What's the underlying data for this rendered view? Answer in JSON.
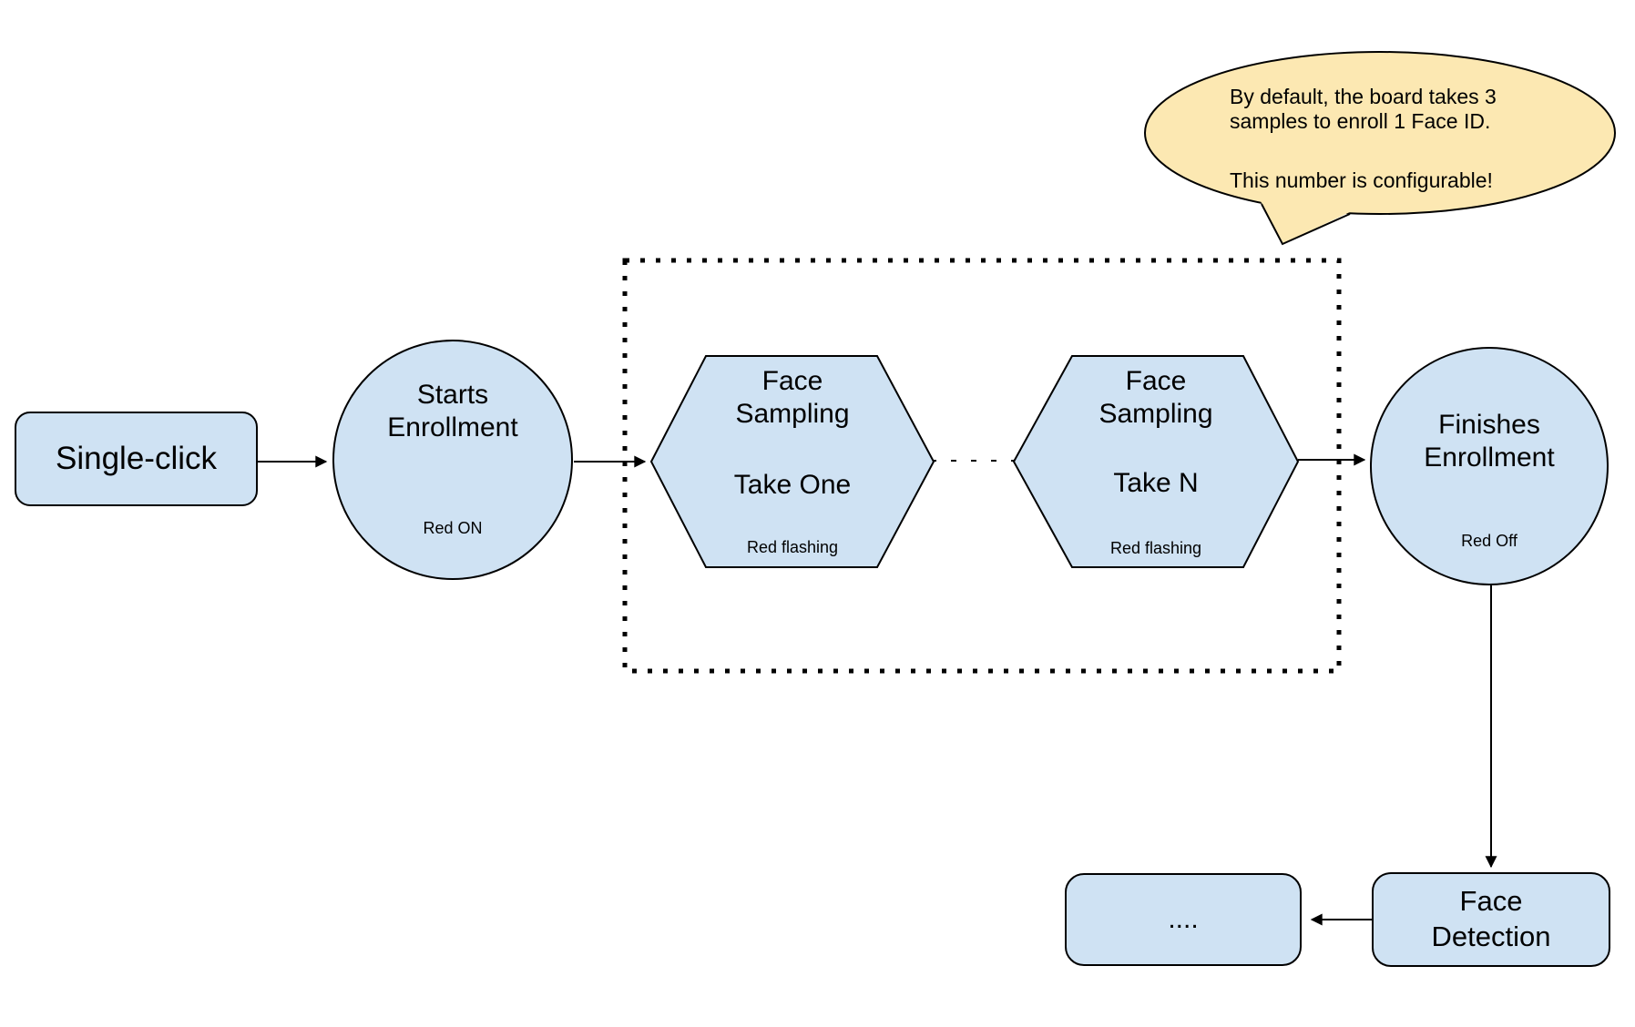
{
  "colors": {
    "node_fill": "#cfe2f3",
    "node_stroke": "#000000",
    "bubble_fill": "#fce8b2",
    "canvas_bg": "#ffffff",
    "text": "#000000"
  },
  "nodes": {
    "single_click": {
      "label": "Single-click"
    },
    "starts_enrollment": {
      "title": "Starts\nEnrollment",
      "status": "Red ON"
    },
    "face_sampling_one": {
      "title": "Face\nSampling",
      "subtitle": "Take One",
      "status": "Red flashing"
    },
    "face_sampling_n": {
      "title": "Face\nSampling",
      "subtitle": "Take N",
      "status": "Red flashing"
    },
    "finishes_enrollment": {
      "title": "Finishes\nEnrollment",
      "status": "Red Off"
    },
    "face_detection": {
      "label": "Face\nDetection"
    },
    "continuation": {
      "label": "...."
    }
  },
  "callout": {
    "paragraph1": "By default, the board takes 3\nsamples to enroll 1 Face ID.",
    "paragraph2": "This number is configurable!"
  }
}
